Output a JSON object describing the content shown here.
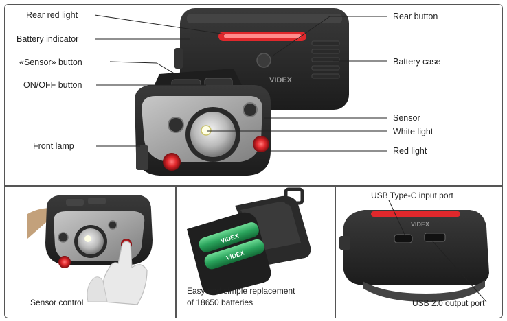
{
  "labels": {
    "rear_red_light": "Rear red light",
    "battery_indicator": "Battery indicator",
    "sensor_button": "«Sensor» button",
    "on_off_button": "ON/OFF button",
    "front_lamp": "Front lamp",
    "rear_button": "Rear button",
    "battery_case": "Battery case",
    "sensor": "Sensor",
    "white_light": "White light",
    "red_light": "Red light"
  },
  "panels": {
    "sensor_control": "Sensor control",
    "battery_caption_line1": "Easy and simple replacement",
    "battery_caption_line2": "of 18650 batteries",
    "usb_c": "USB Type-C input port",
    "usb_a": "USB 2.0 output port"
  },
  "brand": {
    "logo_text": "VIDEX"
  },
  "colors": {
    "frame": "#555555",
    "lamp_body": "#2b2b2b",
    "red_led": "#e0282c",
    "grey_plate": "#9a9a9a",
    "battery_green": "#2aa35c"
  }
}
